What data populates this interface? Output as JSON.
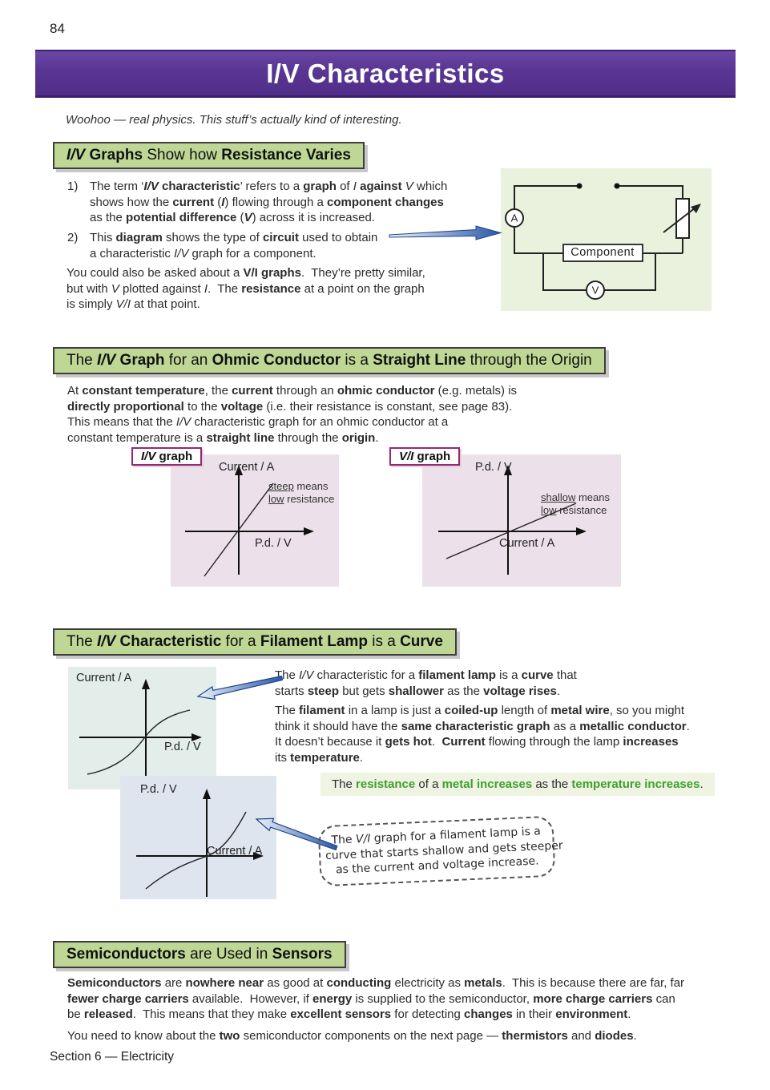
{
  "page": {
    "number": "84",
    "footer": "Section 6 — Electricity"
  },
  "colors": {
    "banner_purple": "#5b3794",
    "heading_green": "#bfd795",
    "pink_panel": "#ece1ea",
    "blue_panel_lamp_iv": "#e3edea",
    "blue_panel_lamp_vi": "#dee5ef",
    "circuit_bg": "#eaf1dd",
    "highlight_bg": "#eef3e2",
    "green_text": "#3fa02e",
    "arrow_blue": "#2a57a8",
    "tag_border": "#93286e"
  },
  "banner": {
    "title": "I/V Characteristics"
  },
  "intro": {
    "subtitle": "Woohoo — real physics.  This stuff’s actually kind of interesting."
  },
  "section1": {
    "heading": [
      {
        "t": "I/V",
        "b": 1,
        "i": 1
      },
      {
        "t": " Graphs",
        "b": 1
      },
      {
        "t": " Show how "
      },
      {
        "t": "Resistance Varies",
        "b": 1
      }
    ],
    "item1_num": "1)",
    "item1": [
      {
        "t": "The term ‘"
      },
      {
        "t": "I/V",
        "b": 1,
        "i": 1
      },
      {
        "t": " characteristic",
        "b": 1
      },
      {
        "t": "’ refers to a "
      },
      {
        "t": "graph",
        "b": 1
      },
      {
        "t": " of "
      },
      {
        "t": "I",
        "i": 1
      },
      {
        "t": " "
      },
      {
        "t": "against",
        "b": 1
      },
      {
        "t": " "
      },
      {
        "t": "V",
        "i": 1
      },
      {
        "t": " which\n"
      },
      {
        "t": "shows how the "
      },
      {
        "t": "current",
        "b": 1
      },
      {
        "t": " ("
      },
      {
        "t": "I",
        "b": 1,
        "i": 1
      },
      {
        "t": ") flowing through a "
      },
      {
        "t": "component changes",
        "b": 1
      },
      {
        "t": "\n"
      },
      {
        "t": "as the "
      },
      {
        "t": "potential difference",
        "b": 1
      },
      {
        "t": " ("
      },
      {
        "t": "V",
        "b": 1,
        "i": 1
      },
      {
        "t": ") across it is increased."
      }
    ],
    "item2_num": "2)",
    "item2": [
      {
        "t": "This "
      },
      {
        "t": "diagram",
        "b": 1
      },
      {
        "t": " shows the type of "
      },
      {
        "t": "circuit",
        "b": 1
      },
      {
        "t": " used to obtain\n"
      },
      {
        "t": "a characteristic "
      },
      {
        "t": "I/V",
        "i": 1
      },
      {
        "t": " graph for a component."
      }
    ],
    "para": [
      {
        "t": "You could also be asked about a "
      },
      {
        "t": "V/I graphs",
        "b": 1
      },
      {
        "t": ".  They’re pretty similar,\n"
      },
      {
        "t": "but with "
      },
      {
        "t": "V",
        "i": 1
      },
      {
        "t": " plotted against "
      },
      {
        "t": "I",
        "i": 1
      },
      {
        "t": ".  The "
      },
      {
        "t": "resistance",
        "b": 1
      },
      {
        "t": " at a point on the graph\n"
      },
      {
        "t": "is simply "
      },
      {
        "t": "V/I",
        "i": 1
      },
      {
        "t": " at that point."
      }
    ]
  },
  "circuit": {
    "ammeter_label": "A",
    "voltmeter_label": "V",
    "component_label": "Component"
  },
  "section2": {
    "heading": [
      {
        "t": "The "
      },
      {
        "t": "I/V",
        "b": 1,
        "i": 1
      },
      {
        "t": " Graph",
        "b": 1
      },
      {
        "t": " for an "
      },
      {
        "t": "Ohmic Conductor",
        "b": 1
      },
      {
        "t": " is a "
      },
      {
        "t": "Straight Line",
        "b": 1
      },
      {
        "t": " through the Origin"
      }
    ],
    "para": [
      {
        "t": "At "
      },
      {
        "t": "constant temperature",
        "b": 1
      },
      {
        "t": ", the "
      },
      {
        "t": "current",
        "b": 1
      },
      {
        "t": " through an "
      },
      {
        "t": "ohmic conductor",
        "b": 1
      },
      {
        "t": " (e.g. metals) is\n"
      },
      {
        "t": "directly proportional",
        "b": 1
      },
      {
        "t": " to the "
      },
      {
        "t": "voltage",
        "b": 1
      },
      {
        "t": " (i.e. their resistance is constant, see page 83).\n"
      },
      {
        "t": "This means that the "
      },
      {
        "t": "I/V",
        "i": 1
      },
      {
        "t": " characteristic graph for an ohmic conductor at a\n"
      },
      {
        "t": "constant temperature is a "
      },
      {
        "t": "straight line",
        "b": 1
      },
      {
        "t": " through the "
      },
      {
        "t": "origin",
        "b": 1
      },
      {
        "t": "."
      }
    ]
  },
  "mini_graphs": {
    "iv_ohmic": {
      "tag": [
        {
          "t": "I/V",
          "b": 1,
          "i": 1
        },
        {
          "t": " graph",
          "b": 1
        }
      ],
      "ylabel": "Current / A",
      "xlabel": "P.d. / V",
      "note": [
        {
          "t": "steep",
          "u": 1
        },
        {
          "t": " means\n"
        },
        {
          "t": "low",
          "u": 1
        },
        {
          "t": " resistance"
        }
      ],
      "shape": "straight steep line through origin"
    },
    "vi_ohmic": {
      "tag": [
        {
          "t": "V/I",
          "b": 1,
          "i": 1
        },
        {
          "t": " graph",
          "b": 1
        }
      ],
      "ylabel": "P.d. / V",
      "xlabel": "Current / A",
      "note": [
        {
          "t": "shallow",
          "u": 1
        },
        {
          "t": " means\n"
        },
        {
          "t": "low",
          "u": 1
        },
        {
          "t": " resistance"
        }
      ],
      "shape": "straight shallow line through origin"
    },
    "iv_lamp": {
      "ylabel": "Current / A",
      "xlabel": "P.d. / V",
      "shape": "curve starts steep, gets shallower"
    },
    "vi_lamp": {
      "ylabel": "P.d. / V",
      "xlabel": "Current / A",
      "shape": "curve starts shallow, gets steeper"
    }
  },
  "section3": {
    "heading": [
      {
        "t": "The "
      },
      {
        "t": "I/V",
        "b": 1,
        "i": 1
      },
      {
        "t": " Characteristic",
        "b": 1
      },
      {
        "t": " for a "
      },
      {
        "t": "Filament Lamp",
        "b": 1
      },
      {
        "t": " is a "
      },
      {
        "t": "Curve",
        "b": 1
      }
    ],
    "para1": [
      {
        "t": "The "
      },
      {
        "t": "I/V",
        "i": 1
      },
      {
        "t": " characteristic for a "
      },
      {
        "t": "filament lamp",
        "b": 1
      },
      {
        "t": " is a "
      },
      {
        "t": "curve",
        "b": 1
      },
      {
        "t": " that\n"
      },
      {
        "t": "starts "
      },
      {
        "t": "steep",
        "b": 1
      },
      {
        "t": " but gets "
      },
      {
        "t": "shallower",
        "b": 1
      },
      {
        "t": " as the "
      },
      {
        "t": "voltage rises",
        "b": 1
      },
      {
        "t": "."
      }
    ],
    "para2": [
      {
        "t": "The "
      },
      {
        "t": "filament",
        "b": 1
      },
      {
        "t": " in a lamp is just a "
      },
      {
        "t": "coiled-up",
        "b": 1
      },
      {
        "t": " length of "
      },
      {
        "t": "metal wire",
        "b": 1
      },
      {
        "t": ", so you might\n"
      },
      {
        "t": "think it should have the "
      },
      {
        "t": "same characteristic graph",
        "b": 1
      },
      {
        "t": " as a "
      },
      {
        "t": "metallic conductor",
        "b": 1
      },
      {
        "t": ".\n"
      },
      {
        "t": "It doesn’t because it "
      },
      {
        "t": "gets hot",
        "b": 1
      },
      {
        "t": ".  "
      },
      {
        "t": "Current",
        "b": 1
      },
      {
        "t": " flowing through the lamp "
      },
      {
        "t": "increases",
        "b": 1
      },
      {
        "t": "\n"
      },
      {
        "t": "its "
      },
      {
        "t": "temperature",
        "b": 1
      },
      {
        "t": "."
      }
    ],
    "highlight": [
      {
        "t": "The "
      },
      {
        "t": "resistance",
        "b": 1,
        "c": "#3fa02e"
      },
      {
        "t": " of a "
      },
      {
        "t": "metal increases",
        "b": 1,
        "c": "#3fa02e"
      },
      {
        "t": " as the "
      },
      {
        "t": "temperature increases",
        "b": 1,
        "c": "#3fa02e"
      },
      {
        "t": "."
      }
    ],
    "note": [
      {
        "t": "The "
      },
      {
        "t": "V/I",
        "i": 1
      },
      {
        "t": " graph for a filament lamp is a\n"
      },
      {
        "t": "curve that starts shallow and gets steeper\n"
      },
      {
        "t": "as the current and voltage increase."
      }
    ]
  },
  "section4": {
    "heading": [
      {
        "t": "Semiconductors",
        "b": 1
      },
      {
        "t": " are Used in "
      },
      {
        "t": "Sensors",
        "b": 1
      }
    ],
    "para1": [
      {
        "t": "Semiconductors",
        "b": 1
      },
      {
        "t": " are "
      },
      {
        "t": "nowhere near",
        "b": 1
      },
      {
        "t": " as good at "
      },
      {
        "t": "conducting",
        "b": 1
      },
      {
        "t": " electricity as "
      },
      {
        "t": "metals",
        "b": 1
      },
      {
        "t": ".  This is because there are far, far\n"
      },
      {
        "t": "fewer charge carriers",
        "b": 1
      },
      {
        "t": " available.  However, if "
      },
      {
        "t": "energy",
        "b": 1
      },
      {
        "t": " is supplied to the semiconductor, "
      },
      {
        "t": "more charge carriers",
        "b": 1
      },
      {
        "t": " can\n"
      },
      {
        "t": "be "
      },
      {
        "t": "released",
        "b": 1
      },
      {
        "t": ".  This means that they make "
      },
      {
        "t": "excellent sensors",
        "b": 1
      },
      {
        "t": " for detecting "
      },
      {
        "t": "changes",
        "b": 1
      },
      {
        "t": " in their "
      },
      {
        "t": "environment",
        "b": 1
      },
      {
        "t": "."
      }
    ],
    "para2": [
      {
        "t": "You need to know about the "
      },
      {
        "t": "two",
        "b": 1
      },
      {
        "t": " semiconductor components on the next page — "
      },
      {
        "t": "thermistors",
        "b": 1
      },
      {
        "t": " and "
      },
      {
        "t": "diodes",
        "b": 1
      },
      {
        "t": "."
      }
    ]
  }
}
